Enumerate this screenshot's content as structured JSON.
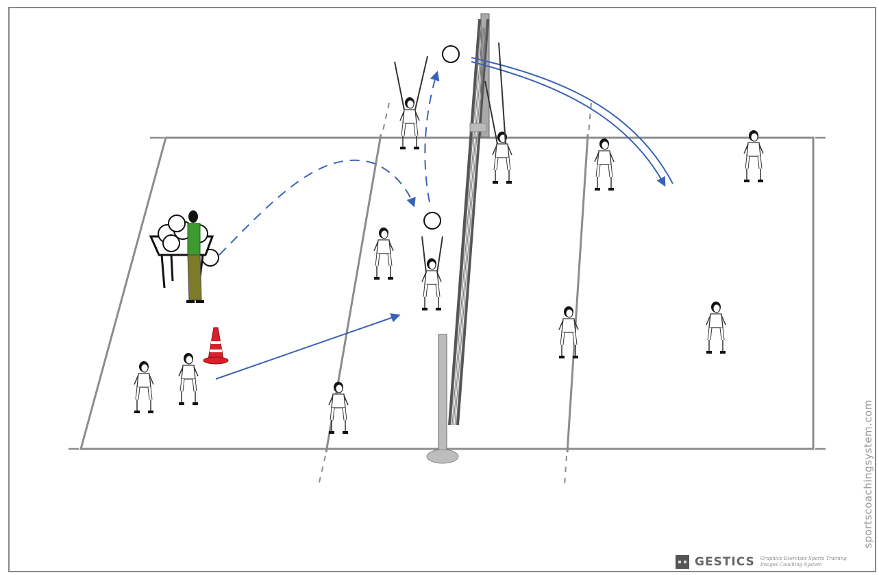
{
  "watermark": {
    "site": "sportscoachingsystem.com"
  },
  "brand": {
    "name": "GESTICS",
    "tagline_line1": "Graphics Exercises Sports Training",
    "tagline_line2": "Images Coaching System"
  },
  "colors": {
    "court_line": "#8c8c8c",
    "arrow": "#3a63b5",
    "cone": "#d8202a",
    "coach_shirt": "#3c9a2e",
    "coach_pants": "#7d7a28"
  }
}
